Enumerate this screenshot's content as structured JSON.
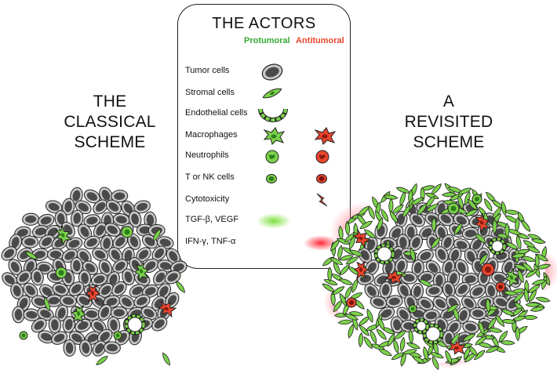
{
  "legend": {
    "heading": "THE ACTORS",
    "columns": {
      "protumoral": "Protumoral",
      "antitumoral": "Antitumoral"
    },
    "rows": [
      {
        "label": "Tumor cells",
        "icon": "tumor-cell-icon"
      },
      {
        "label": "Stromal cells",
        "icon": "stromal-cell-icon"
      },
      {
        "label": "Endothelial cells",
        "icon": "endothelial-cell-icon"
      },
      {
        "label": "Macrophages",
        "icon": "macrophage-icon"
      },
      {
        "label": "Neutrophils",
        "icon": "neutrophil-icon"
      },
      {
        "label": "T or NK cells",
        "icon": "t-nk-cell-icon"
      },
      {
        "label": "Cytotoxicity",
        "icon": "cytotoxicity-bolt-icon"
      },
      {
        "label": "TGF-β, VEGF",
        "icon": "green-cytokine-glow"
      },
      {
        "label": "IFN-γ, TNF-α",
        "icon": "red-cytokine-glow"
      }
    ]
  },
  "classical": {
    "title": [
      "THE",
      "CLASSICAL",
      "SCHEME"
    ]
  },
  "revisited": {
    "title": [
      "A",
      "REVISITED",
      "SCHEME"
    ]
  },
  "colors": {
    "protumoral": "#39a935",
    "antitumoral": "#e8462e",
    "tumor_fill": "#4a4a4a",
    "tumor_rim": "#c9c9c9",
    "outline": "#222222"
  }
}
